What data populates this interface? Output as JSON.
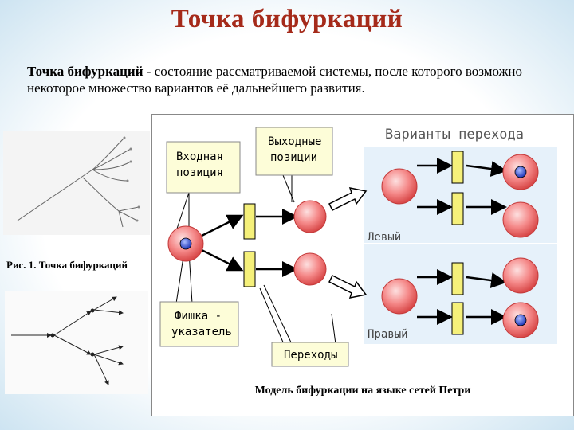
{
  "title": "Точка бифуркаций",
  "intro": {
    "term": "Точка бифуркаций",
    "definition": " - состояние рассматриваемой системы, после которого возможно некоторое множество вариантов её дальнейшего развития."
  },
  "figure1": {
    "caption": "Рис. 1. Точка бифуркаций"
  },
  "petri_diagram": {
    "variants_title": "Варианты перехода",
    "input_box": [
      "Входная",
      "позиция"
    ],
    "output_box": [
      "Выходные",
      "позиции"
    ],
    "token_box": [
      "Фишка -",
      "указатель"
    ],
    "transitions_box": "Переходы",
    "left_label": "Левый",
    "right_label": "Правый",
    "caption": "Модель бифуркации на языке сетей Петри",
    "colors": {
      "place_fill": "#f26a6a",
      "token": "#2244cc",
      "transition_fill": "#f5f07a",
      "callout_fill": "#fdfdd8",
      "variant_bg": "#e6f1fa"
    }
  }
}
